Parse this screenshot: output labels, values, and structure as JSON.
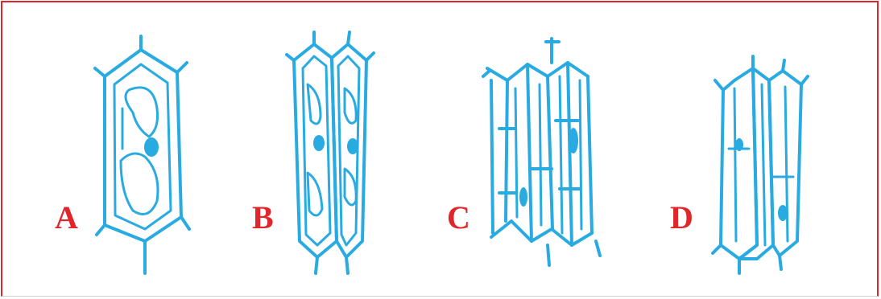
{
  "figure": {
    "labels": [
      "A",
      "B",
      "C",
      "D"
    ],
    "colors": {
      "border": "#e0262a",
      "label": "#e0262a",
      "cells": "#29abe2",
      "background": "#ffffff"
    }
  }
}
